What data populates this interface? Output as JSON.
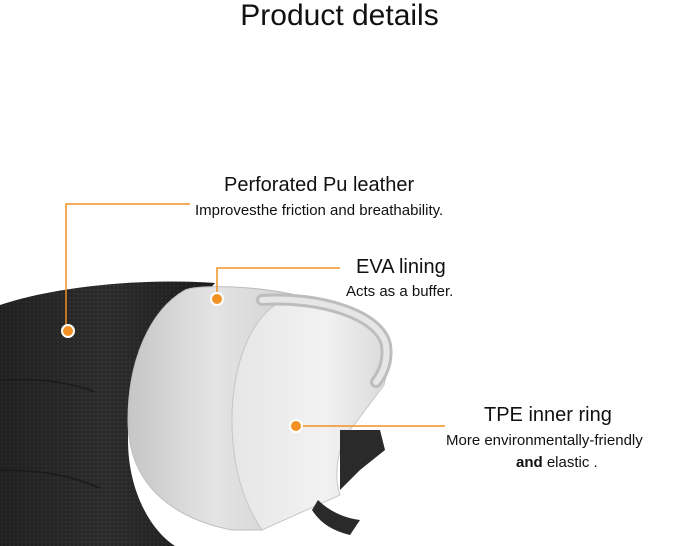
{
  "page": {
    "title": "Product details"
  },
  "callouts": [
    {
      "heading": "Perforated Pu leather",
      "description": "Improvesthe friction and breathability."
    },
    {
      "heading": "EVA lining",
      "description": "Acts as a buffer."
    },
    {
      "heading": "TPE inner ring",
      "description_line1": "More environmentally-friendly",
      "description_line2_bold": "and",
      "description_line2_rest": " elastic ."
    }
  ],
  "colors": {
    "accent": "#F39224",
    "outer_layer": "#2b2b2b",
    "lining": "#dcdcdc",
    "inner_ring": "#efefef"
  }
}
